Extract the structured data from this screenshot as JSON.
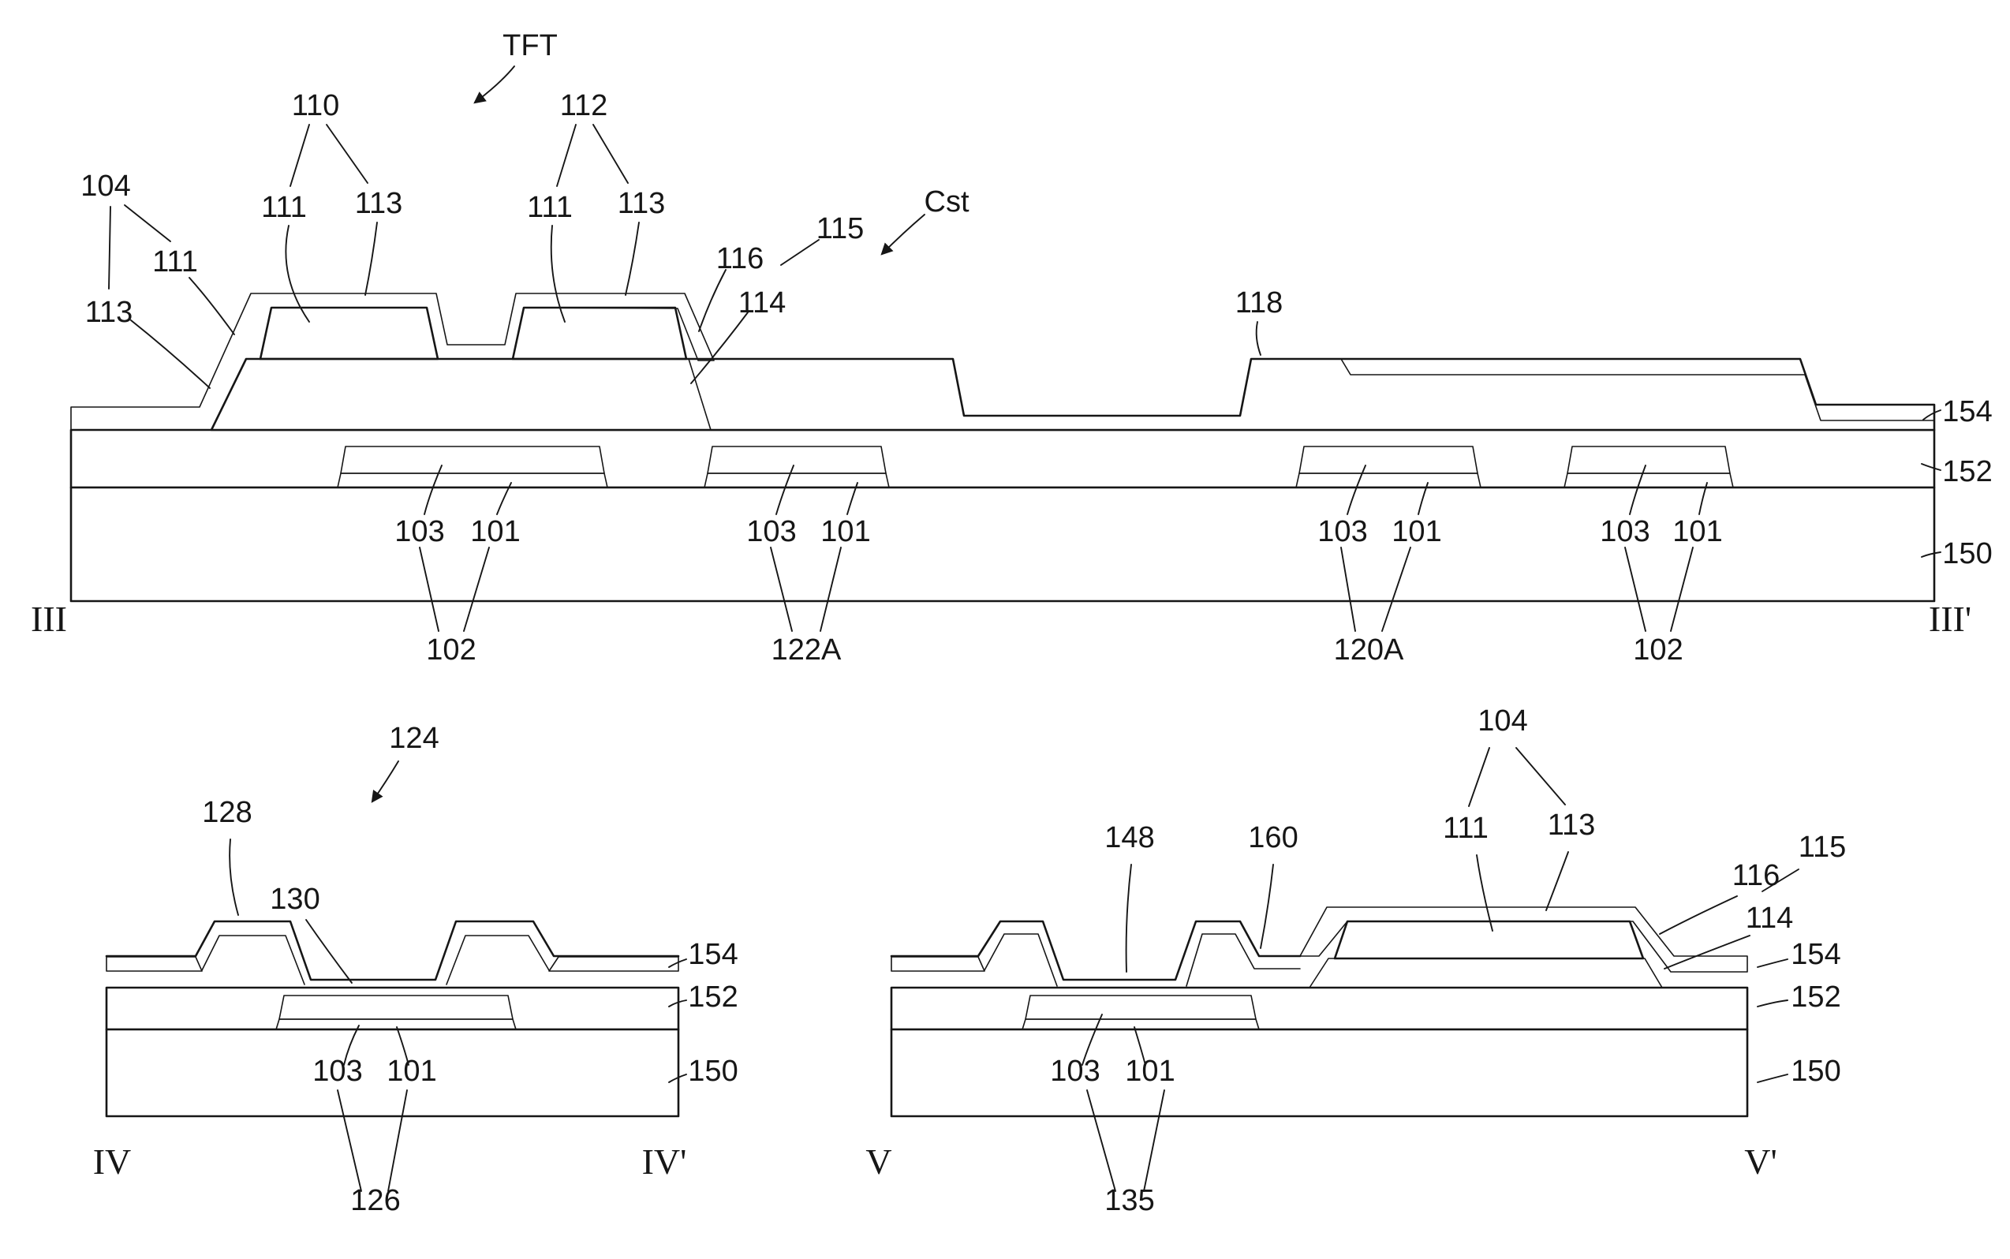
{
  "figure": {
    "type": "patent cross-section diagram (TFT array substrate)",
    "sections": [
      {
        "id": "III-III'",
        "left_mark": "III",
        "right_mark": "III'"
      },
      {
        "id": "IV-IV'",
        "left_mark": "IV",
        "right_mark": "IV'"
      },
      {
        "id": "V-V'",
        "left_mark": "V",
        "right_mark": "V'"
      }
    ]
  },
  "labels": {
    "tft": "TFT",
    "cst": "Cst",
    "n101": "101",
    "n102": "102",
    "n103": "103",
    "n104": "104",
    "n110": "110",
    "n111": "111",
    "n112": "112",
    "n113": "113",
    "n114": "114",
    "n115": "115",
    "n116": "116",
    "n118": "118",
    "n120a": "120A",
    "n122a": "122A",
    "n124": "124",
    "n126": "126",
    "n128": "128",
    "n130": "130",
    "n135": "135",
    "n148": "148",
    "n150": "150",
    "n152": "152",
    "n154": "154",
    "n160": "160"
  }
}
